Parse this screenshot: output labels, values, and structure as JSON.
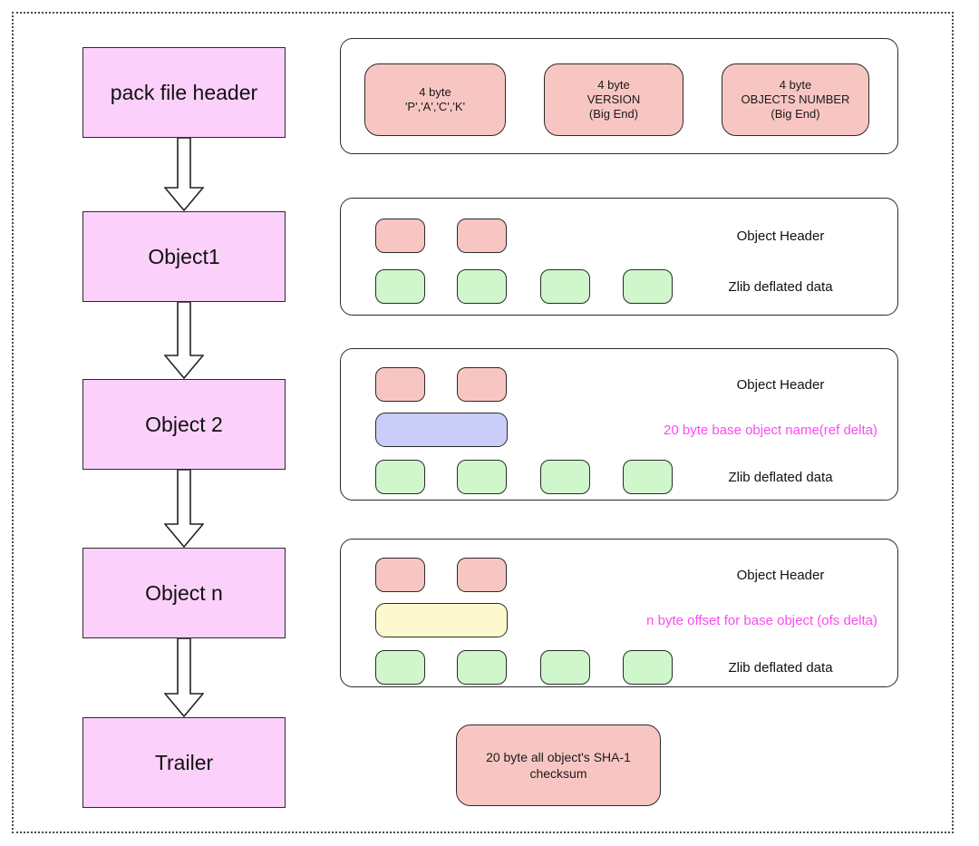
{
  "colors": {
    "flow_box_fill": "#FBD1FB",
    "pink_cell_fill": "#F8C6C2",
    "green_cell_fill": "#D0F6CC",
    "blue_cell_fill": "#CACDF8",
    "yellow_cell_fill": "#FCF9CE",
    "magenta_text": "#FB4BF3",
    "border": "#2A2A2A"
  },
  "flow": [
    {
      "label": "pack file header"
    },
    {
      "label": "Object1"
    },
    {
      "label": "Object 2"
    },
    {
      "label": "Object n"
    },
    {
      "label": "Trailer"
    }
  ],
  "header_panel": {
    "cells": [
      {
        "lines": [
          "4 byte",
          "'P','A','C','K'",
          ""
        ]
      },
      {
        "lines": [
          "4 byte",
          "VERSION",
          "(Big End)"
        ]
      },
      {
        "lines": [
          "4 byte",
          "OBJECTS NUMBER",
          "(Big End)"
        ]
      }
    ]
  },
  "object_panels": [
    {
      "object_header_label": "Object Header",
      "zlib_label": "Zlib deflated data"
    },
    {
      "object_header_label": "Object Header",
      "delta_label": "20 byte base object name(ref delta)",
      "zlib_label": "Zlib deflated data"
    },
    {
      "object_header_label": "Object Header",
      "delta_label": "n byte offset for base object (ofs delta)",
      "zlib_label": "Zlib deflated data"
    }
  ],
  "trailer_panel": {
    "lines": [
      "20 byte all object's SHA-1",
      "checksum"
    ]
  }
}
